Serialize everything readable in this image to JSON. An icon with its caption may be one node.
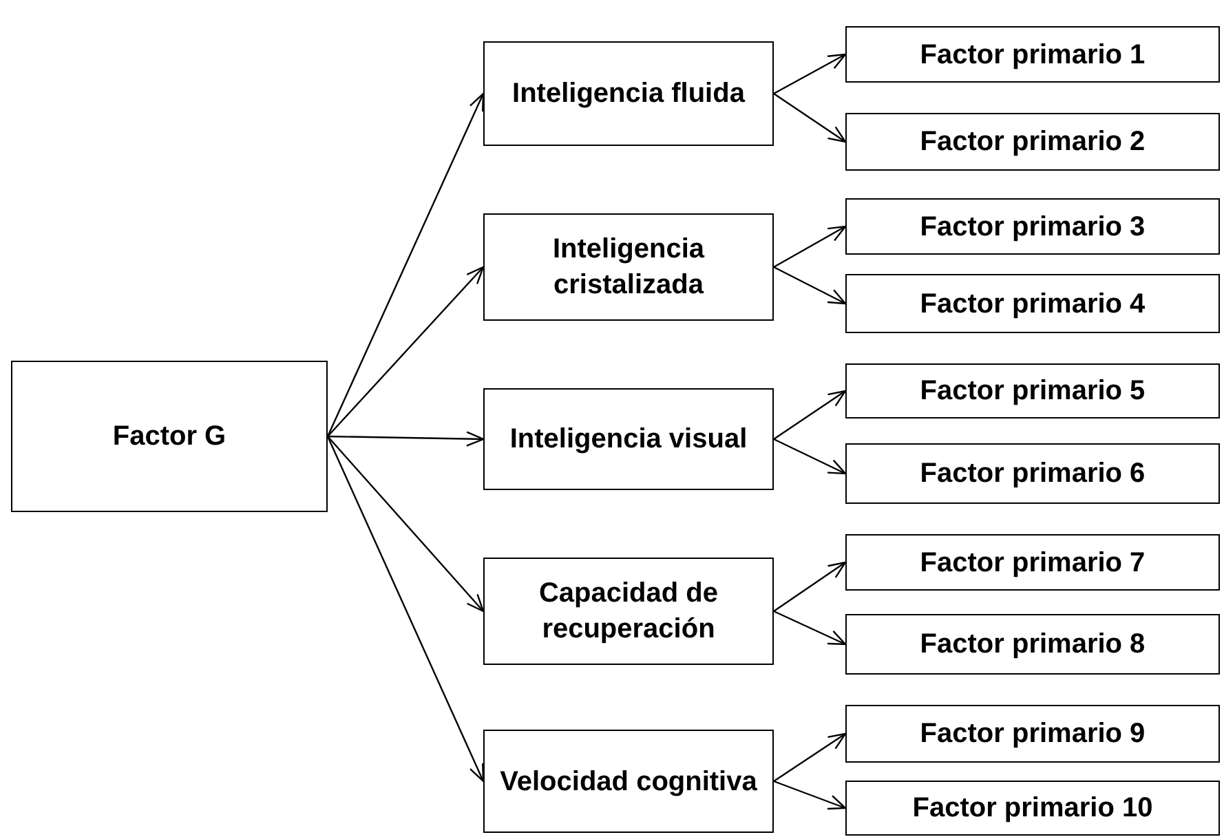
{
  "diagram": {
    "nodes": [
      {
        "text": [
          "Factor G"
        ]
      },
      {
        "text": [
          "Inteligencia fluida"
        ]
      },
      {
        "text": [
          "Factor primario 1"
        ]
      },
      {
        "text": [
          "Factor primario 2"
        ]
      },
      {
        "text": [
          "Inteligencia cristalizada"
        ]
      },
      {
        "text": [
          "Factor primario 3"
        ]
      },
      {
        "text": [
          "Factor primario 4"
        ]
      },
      {
        "text": [
          "Inteligencia visual"
        ]
      },
      {
        "text": [
          "Factor primario 5"
        ]
      },
      {
        "text": [
          "Factor primario 6"
        ]
      },
      {
        "text": [
          "Capacidad de recuperación"
        ]
      },
      {
        "text": [
          "Factor primario 7"
        ]
      },
      {
        "text": [
          "Factor primario 8"
        ]
      },
      {
        "text": [
          "Velocidad cognitiva"
        ]
      },
      {
        "text": [
          "Factor primario 9"
        ]
      },
      {
        "text": [
          "Factor primario 10"
        ]
      }
    ],
    "edges": [
      {
        "from": 0,
        "to": 1,
        "arrow": "to"
      },
      {
        "from": 0,
        "to": 4,
        "arrow": "to"
      },
      {
        "from": 0,
        "to": 7,
        "arrow": "to"
      },
      {
        "from": 0,
        "to": 10,
        "arrow": "to"
      },
      {
        "from": 0,
        "to": 13,
        "arrow": "to"
      },
      {
        "from": 1,
        "to": 2,
        "arrow": "to"
      },
      {
        "from": 1,
        "to": 3,
        "arrow": "to"
      },
      {
        "from": 4,
        "to": 5,
        "arrow": "to"
      },
      {
        "from": 4,
        "to": 6,
        "arrow": "to"
      },
      {
        "from": 7,
        "to": 8,
        "arrow": "to"
      },
      {
        "from": 7,
        "to": 9,
        "arrow": "to"
      },
      {
        "from": 10,
        "to": 11,
        "arrow": "to"
      },
      {
        "from": 10,
        "to": 12,
        "arrow": "to"
      },
      {
        "from": 13,
        "to": 14,
        "arrow": "to"
      },
      {
        "from": 13,
        "to": 15,
        "arrow": "to"
      }
    ]
  }
}
